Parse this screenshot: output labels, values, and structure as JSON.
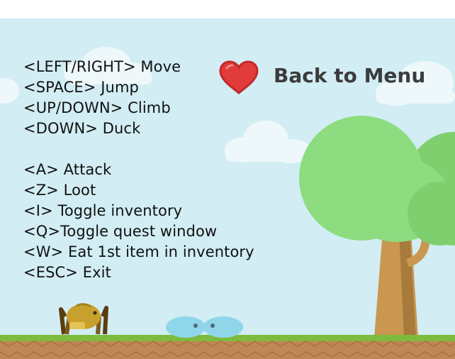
{
  "controls": [
    "<LEFT/RIGHT> Move",
    "<SPACE> Jump",
    "<UP/DOWN> Climb",
    "<DOWN> Duck",
    "",
    "<A> Attack",
    "<Z> Loot",
    "<I> Toggle inventory",
    "<Q>Toggle quest window",
    "<W> Eat 1st item in inventory",
    "<ESC> Exit"
  ],
  "menu": {
    "back_label": "Back to Menu",
    "icon": "heart-icon"
  },
  "colors": {
    "sky": "#d2edf4",
    "grass": "#7dbb3d",
    "dirt": "#c08755",
    "heart": "#e23b3b",
    "tree_leaves": "#8ddc80",
    "tree_trunk": "#c9974f",
    "slime": "#8fd6ea",
    "spider": "#c8a12c"
  }
}
